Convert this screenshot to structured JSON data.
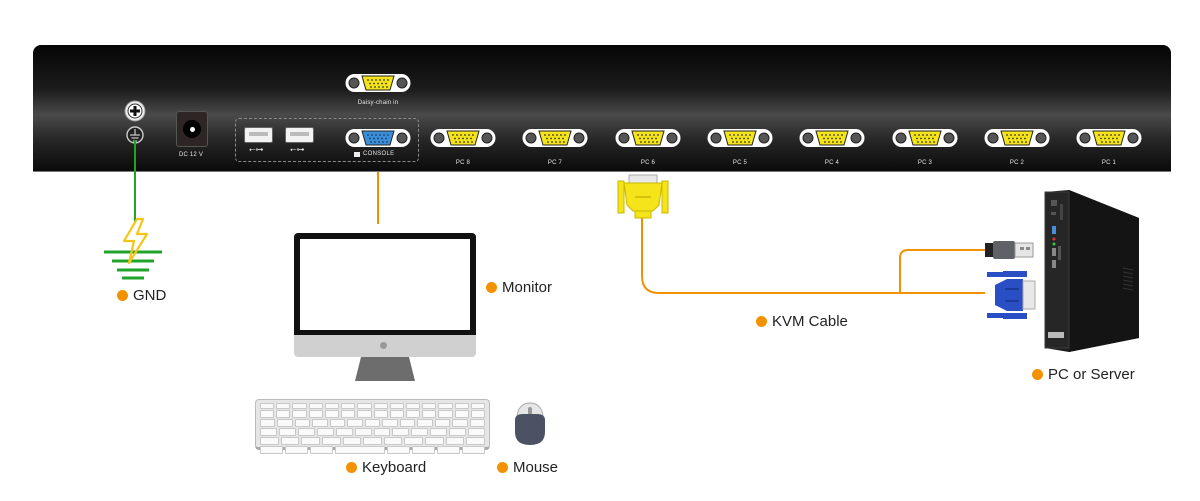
{
  "colors": {
    "accent": "#f39200",
    "cable": "#f39200",
    "ground": "#22a32a",
    "bolt": "#f5c518",
    "vga_pc": "#f5e41a",
    "vga_console": "#3b8fd9",
    "panel": "#1a1a1a",
    "vga_plug_server": "#2a4fc4",
    "vga_plug_kvm": "#f5e41a"
  },
  "panel": {
    "power_label": "DC 12 V",
    "daisy_chain_label": "Daisy-chain in",
    "console_label": "CONSOLE",
    "usb_ports": [
      {
        "icon": "usb-icon"
      },
      {
        "icon": "usb-icon"
      }
    ],
    "pc_ports": [
      {
        "label": "PC 8"
      },
      {
        "label": "PC 7"
      },
      {
        "label": "PC 6"
      },
      {
        "label": "PC 5"
      },
      {
        "label": "PC 4"
      },
      {
        "label": "PC 3"
      },
      {
        "label": "PC 2"
      },
      {
        "label": "PC 1"
      }
    ]
  },
  "callouts": {
    "gnd": "GND",
    "monitor": "Monitor",
    "keyboard": "Keyboard",
    "mouse": "Mouse",
    "kvm_cable": "KVM Cable",
    "pc_server": "PC or Server"
  },
  "connections": {
    "kvm_cable_port": "PC 6"
  }
}
